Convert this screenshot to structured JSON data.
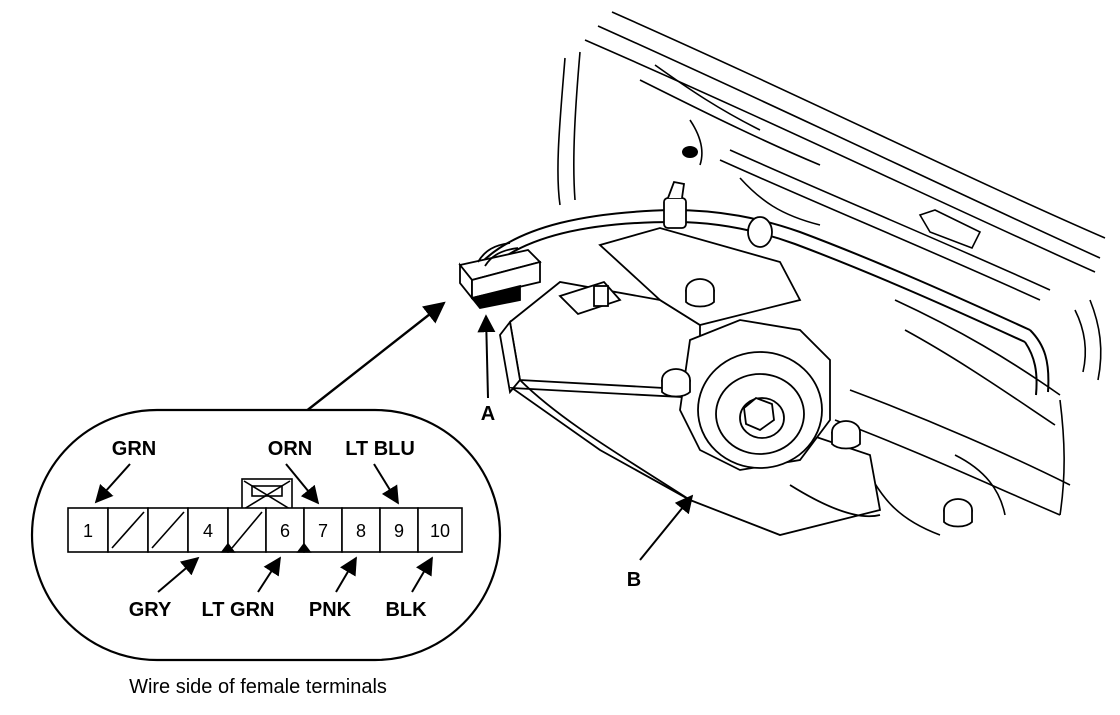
{
  "caption": "Wire side of female terminals",
  "callouts": {
    "a": "A",
    "b": "B"
  },
  "terminals": {
    "t1": "1",
    "t4": "4",
    "t6": "6",
    "t7": "7",
    "t8": "8",
    "t9": "9",
    "t10": "10"
  },
  "wire_colors": {
    "grn": "GRN",
    "orn": "ORN",
    "lt_blu": "LT BLU",
    "gry": "GRY",
    "lt_grn": "LT GRN",
    "pnk": "PNK",
    "blk": "BLK"
  }
}
